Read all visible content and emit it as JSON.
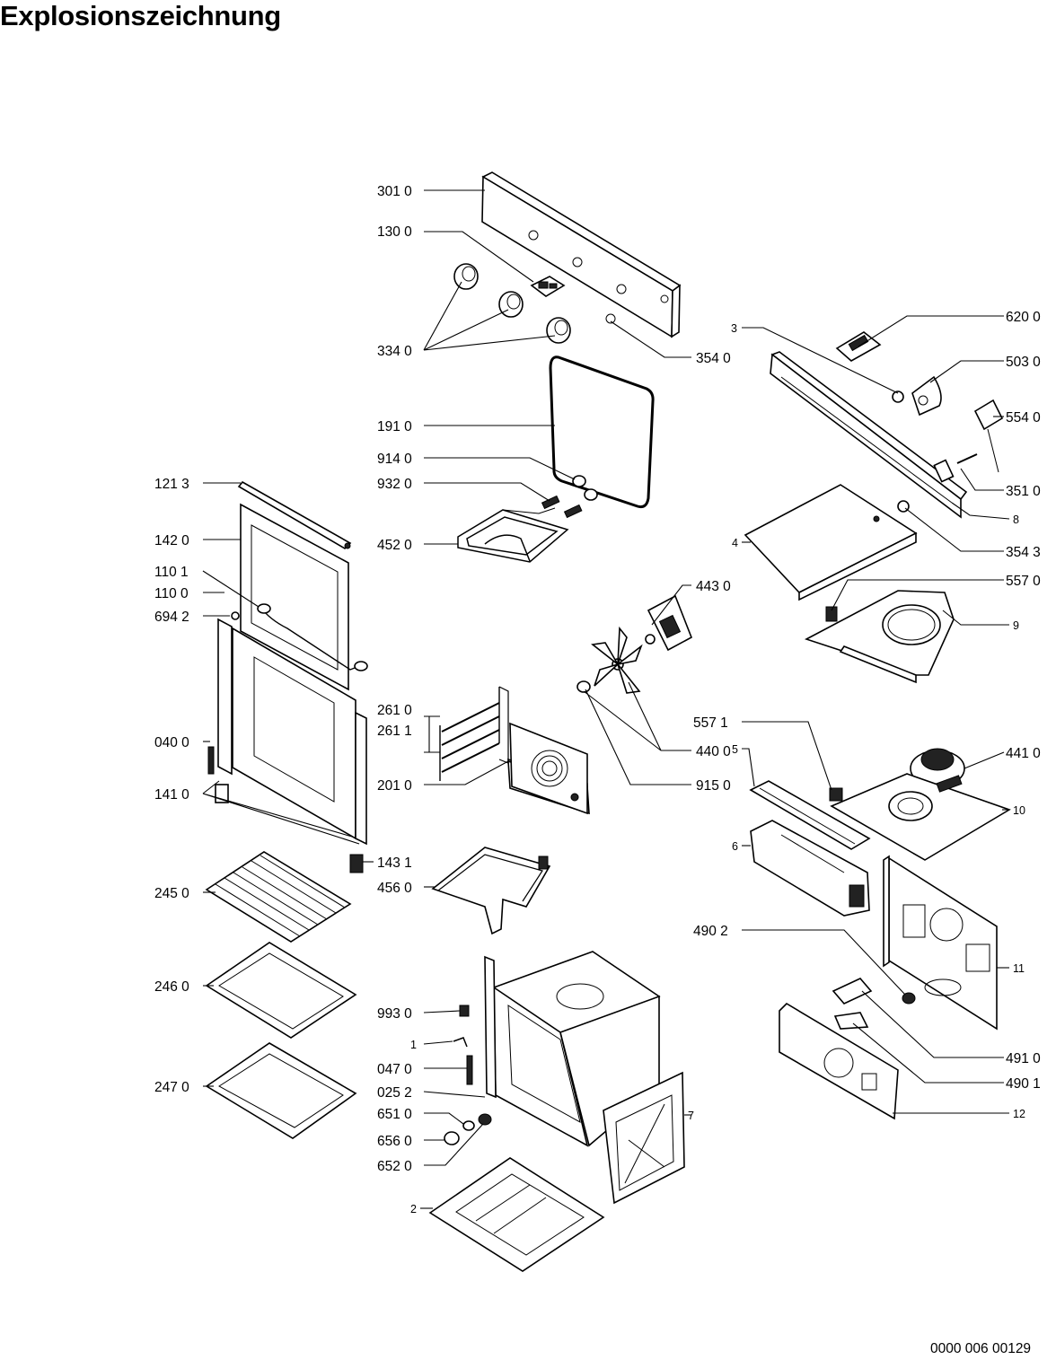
{
  "title": "Explosionszeichnung",
  "doc_number": "0000 006 00129",
  "labels": [
    "301 0",
    "130 0",
    "334 0",
    "354 0",
    "191 0",
    "914 0",
    "932 0",
    "452 0",
    "121 3",
    "142 0",
    "110 1",
    "110 0",
    "694 2",
    "040 0",
    "141 0",
    "261 0",
    "261 1",
    "201 0",
    "143 1",
    "245 0",
    "456 0",
    "246 0",
    "247 0",
    "443 0",
    "440 0",
    "915 0",
    "557 1",
    "993 0",
    "1",
    "047 0",
    "025 2",
    "651 0",
    "656 0",
    "652 0",
    "2",
    "7",
    "620 0",
    "3",
    "503 0",
    "554 0",
    "351 0",
    "8",
    "354 3",
    "4",
    "557 0",
    "9",
    "441 0",
    "5",
    "10",
    "6",
    "490 2",
    "11",
    "491 0",
    "490 1",
    "12"
  ]
}
